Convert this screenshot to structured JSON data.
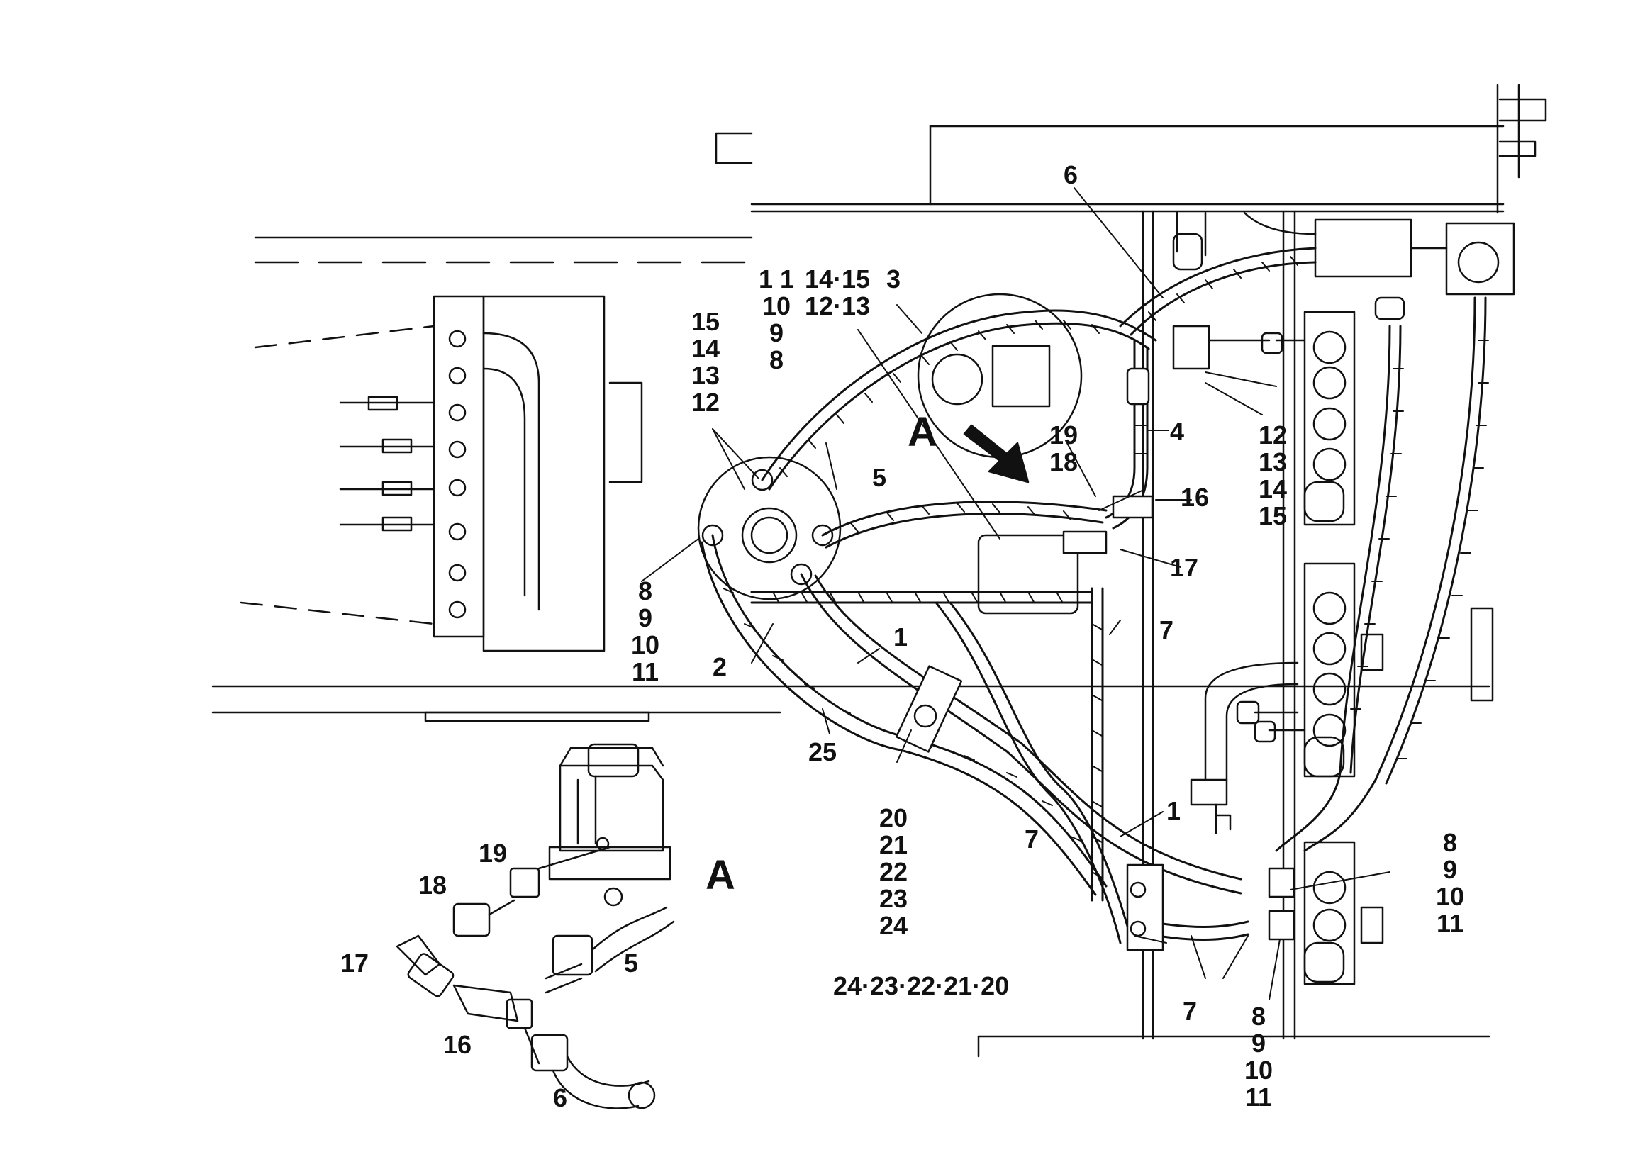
{
  "callouts": {
    "c6_top": "6",
    "c1110_stack": "1 1\n10\n9\n8",
    "c1415_1213": "14·15\n12·13",
    "c3": "3",
    "c15_12_stack": "15\n14\n13\n12",
    "cA_arrow": "A",
    "c19_18": "19\n18",
    "c4": "4",
    "c5_mid": "5",
    "c16_mid": "16",
    "c17_mid": "17",
    "c12_15_right": "12\n13\n14\n15",
    "c8_11_left": "8\n9\n10\n11",
    "c2": "2",
    "c1_upper": "1",
    "c7_upper": "7",
    "c25": "25",
    "c20_24_stack": "20\n21\n22\n23\n24",
    "c1_lower": "1",
    "c7_lower": "7",
    "c8_11_right": "8\n9\n10\n11",
    "c24_20_row": "24·23·22·21·20",
    "c7_bottom": "7",
    "c8_11_bottom": "8\n9\n10\n11",
    "cA_detail": "A",
    "c19_detail": "19",
    "c18_detail": "18",
    "c17_detail": "17",
    "c5_detail": "5",
    "c16_detail": "16",
    "c6_detail": "6"
  },
  "colors": {
    "ink": "#111111",
    "paper": "#ffffff"
  }
}
